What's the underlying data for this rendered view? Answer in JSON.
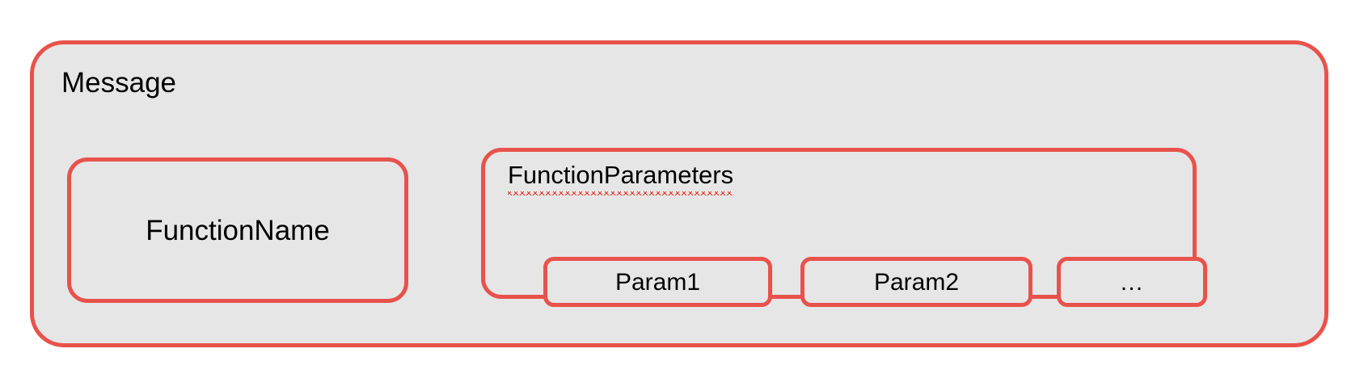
{
  "diagram": {
    "type": "nested-box-diagram",
    "background_color": "#ffffff",
    "box_fill_color": "#e6e6e6",
    "box_border_color": "#e8524b",
    "text_color": "#000000",
    "spellcheck_underline_color": "#e8372c"
  },
  "message": {
    "title": "Message",
    "function_name": {
      "label": "FunctionName"
    },
    "function_parameters": {
      "title": "FunctionParameters",
      "has_spellcheck_underline": true,
      "params": [
        {
          "label": "Param1"
        },
        {
          "label": "Param2"
        },
        {
          "label": "…"
        }
      ]
    }
  }
}
